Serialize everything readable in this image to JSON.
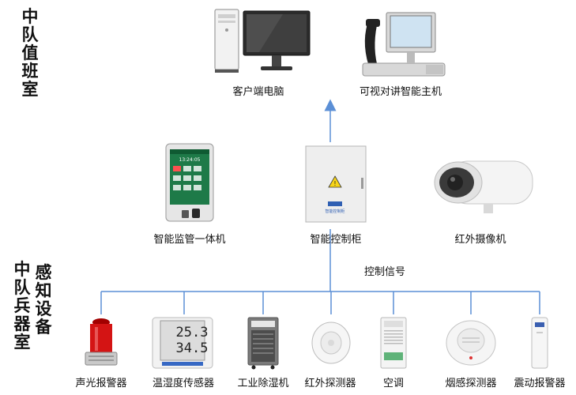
{
  "sections": {
    "duty_room": "中队值班室",
    "armory_room": "中队兵器室",
    "sensing_devices": "感知设备"
  },
  "top_devices": [
    {
      "label": "客户端电脑",
      "icon": "desktop-computer-icon"
    },
    {
      "label": "可视对讲智能主机",
      "icon": "video-intercom-host-icon"
    }
  ],
  "middle_devices": [
    {
      "label": "智能监管一体机",
      "icon": "supervision-terminal-icon"
    },
    {
      "label": "智能控制柜",
      "icon": "control-cabinet-icon"
    },
    {
      "label": "红外摄像机",
      "icon": "infrared-camera-icon"
    }
  ],
  "cabinet_brand": "智能控制柜",
  "terminal_screen": {
    "time": "13:24:05"
  },
  "control_signal": "控制信号",
  "sensors": [
    {
      "label": "声光报警器",
      "icon": "strobe-alarm-icon"
    },
    {
      "label": "温湿度传感器",
      "icon": "temp-humidity-sensor-icon",
      "readout_top": "25.3",
      "readout_bottom": "34.5"
    },
    {
      "label": "工业除湿机",
      "icon": "dehumidifier-icon"
    },
    {
      "label": "红外探测器",
      "icon": "infrared-detector-icon"
    },
    {
      "label": "空调",
      "icon": "air-conditioner-icon"
    },
    {
      "label": "烟感探测器",
      "icon": "smoke-detector-icon"
    },
    {
      "label": "震动报警器",
      "icon": "vibration-alarm-icon"
    }
  ],
  "colors": {
    "line": "#5b8fd6",
    "arrow": "#5b8fd6"
  }
}
